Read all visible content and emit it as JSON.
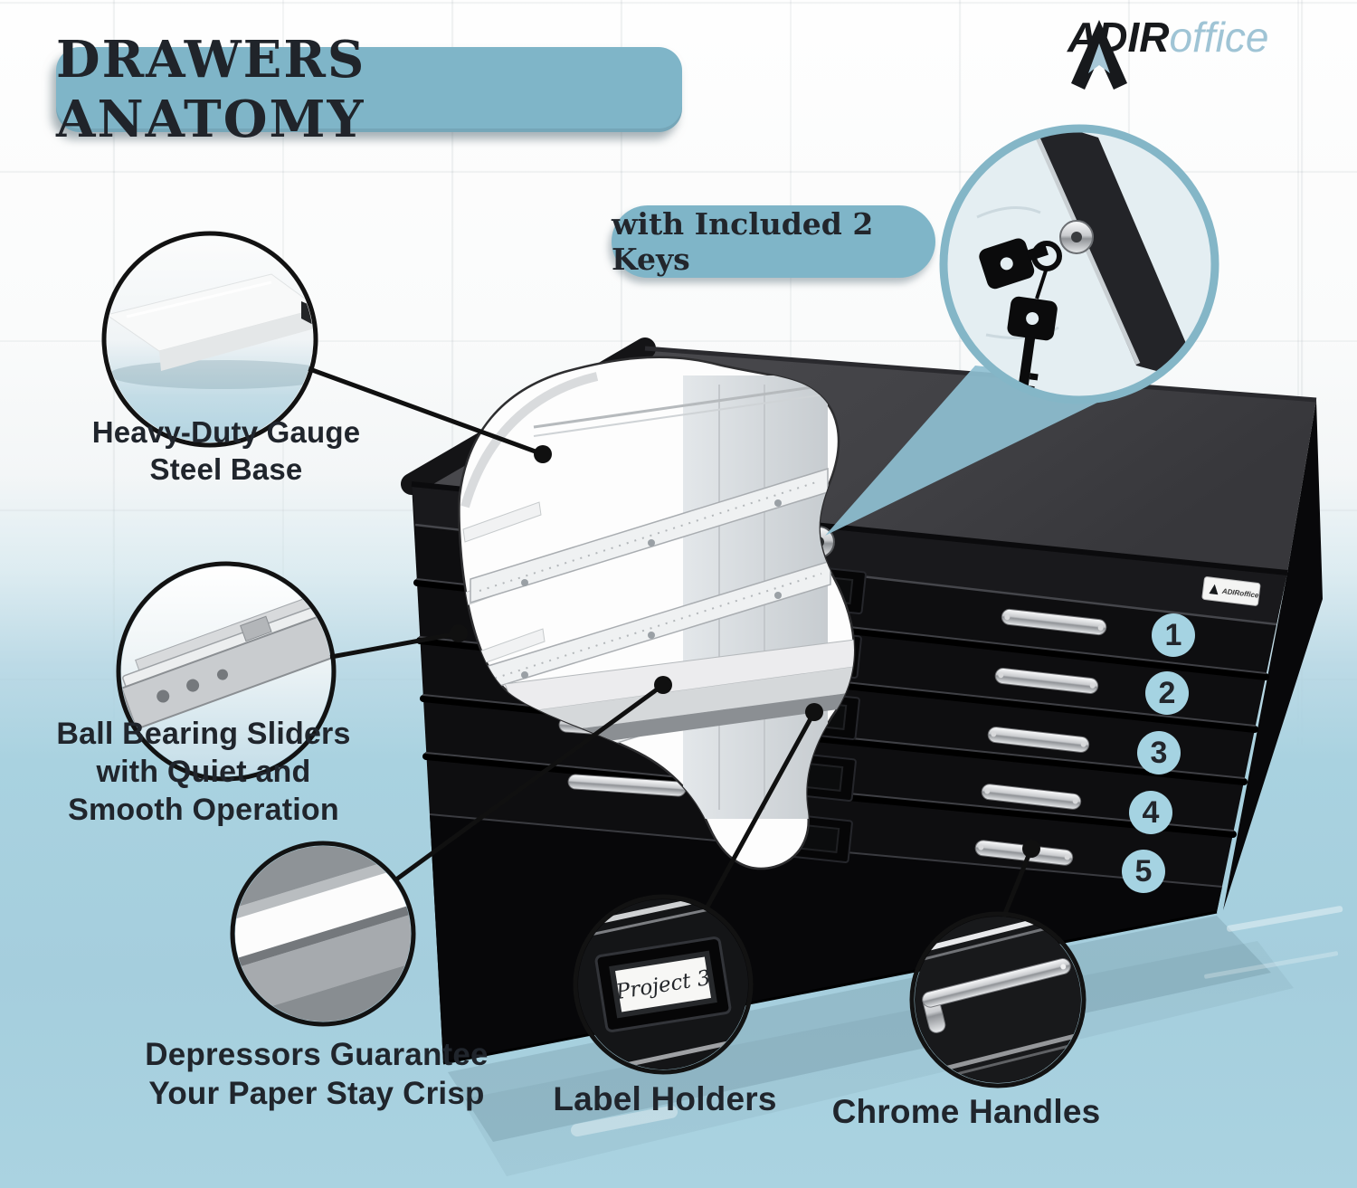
{
  "title": "DRAWERS ANATOMY",
  "logo": {
    "brand": "ADIR",
    "suffix": "office"
  },
  "key_callout": {
    "label": "with Included 2 Keys"
  },
  "cabinet": {
    "sticker": "ADIRoffice",
    "drawer_numbers": [
      "1",
      "2",
      "3",
      "4",
      "5"
    ]
  },
  "features": {
    "steel_base": {
      "lines": [
        "Heavy-Duty Gauge",
        "Steel Base"
      ]
    },
    "sliders": {
      "lines": [
        "Ball Bearing Sliders",
        "with Quiet and",
        "Smooth Operation"
      ]
    },
    "depressors": {
      "lines": [
        "Depressors Guarantee",
        "Your Paper Stay Crisp"
      ]
    },
    "label_holders": {
      "lines": [
        "Label Holders"
      ],
      "card_text": "Project 3"
    },
    "chrome_handles": {
      "lines": [
        "Chrome Handles"
      ]
    }
  },
  "colors": {
    "accent_blue": "#7fb5c8",
    "number_badge_blue": "#a5d3e2",
    "keys_ring_blue": "#84b6c7",
    "floor_blue": "#a9d2e0",
    "ink": "#20242a",
    "cabinet_black": "#0e0e10"
  }
}
